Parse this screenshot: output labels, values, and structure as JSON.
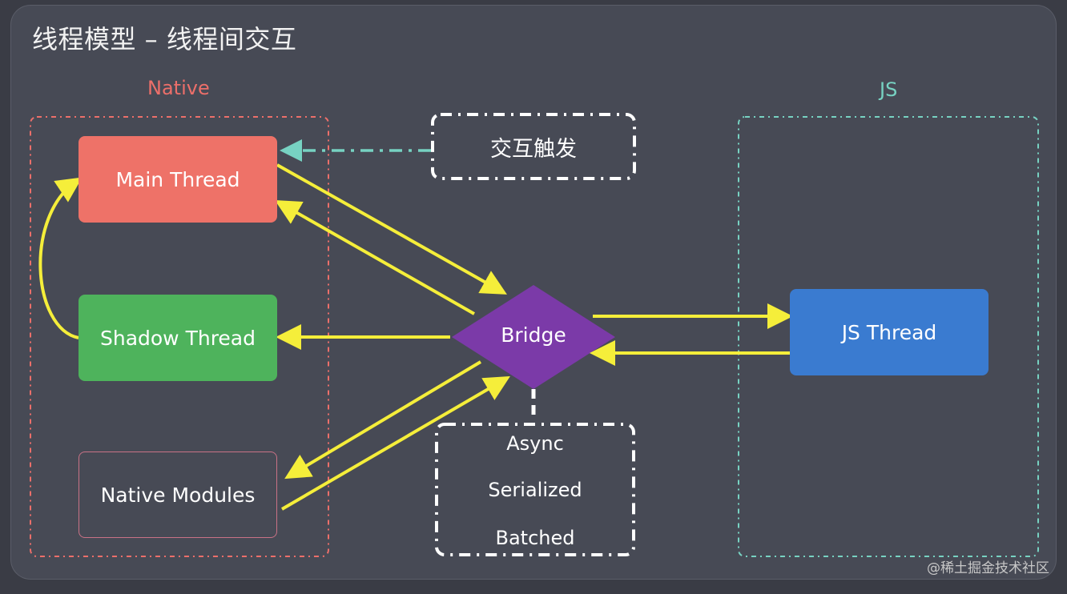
{
  "title": "线程模型 – 线程间交互",
  "groups": {
    "native": "Native",
    "js": "JS"
  },
  "nodes": {
    "main_thread": "Main Thread",
    "shadow_thread": "Shadow Thread",
    "native_modules": "Native Modules",
    "js_thread": "JS Thread",
    "bridge": "Bridge"
  },
  "trigger": "交互触发",
  "bridge_properties": [
    "Async",
    "Serialized",
    "Batched"
  ],
  "watermark": "@稀土掘金技术社区",
  "colors": {
    "background": "#474a55",
    "main_thread": "#ee7268",
    "shadow_thread": "#4eb35c",
    "js_thread": "#3a7bd0",
    "bridge": "#7b3aa8",
    "arrow": "#f5ee3a",
    "native_border": "#ec6f6a",
    "js_border": "#77d2c2"
  }
}
